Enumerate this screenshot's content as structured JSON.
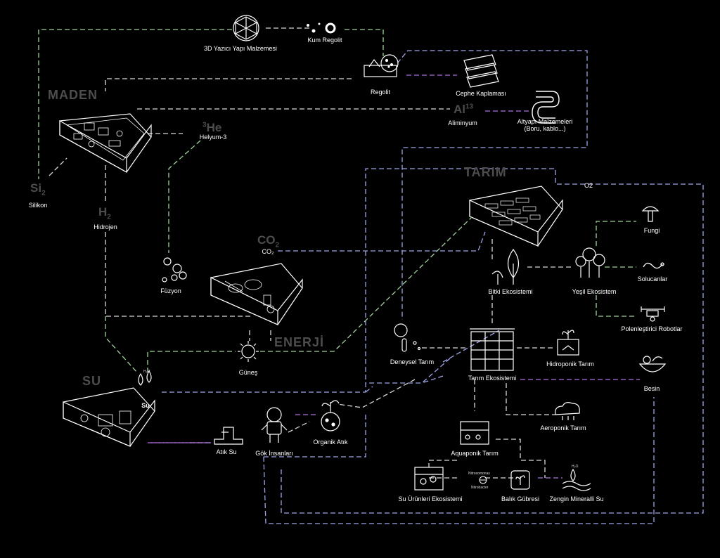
{
  "sections": {
    "maden": "MADEN",
    "tarim": "TARIM",
    "enerji": "ENERJİ",
    "su": "SU"
  },
  "chemicals": {
    "silikon_symbol": "Si",
    "silikon_sub": "2",
    "hidrojen_symbol": "H",
    "hidrojen_sub": "2",
    "helyum_sup": "3",
    "helyum_symbol": "He",
    "co2_symbol": "CO",
    "co2_sub": "2",
    "al_symbol": "Al",
    "al_sup": "13"
  },
  "labels": {
    "yazici": "3D Yazıcı Yapı Malzemesi",
    "kum_regolit": "Kum Regolit",
    "regolit": "Regolit",
    "cephe": "Cephe Kaplaması",
    "aliminyum": "Aliminyum",
    "altyapi_1": "Altyapı Malzemeleri",
    "altyapi_2": "(Boru, kablo...)",
    "helyum": "Helyum-3",
    "silikon": "Silikon",
    "hidrojen": "Hidrojen",
    "co2_small": "CO₂",
    "fuzyon": "Füzyon",
    "gunes": "Güneş",
    "su": "Su",
    "h2o_icon": "H₂O",
    "atik_su": "Atık Su",
    "gok_insanlari": "Gök İnsanları",
    "organik_atik": "Organik Atık",
    "o2": "O2",
    "fungi": "Fungi",
    "solucanlar": "Solucanlar",
    "yesil_ekosistem": "Yeşil Ekosistem",
    "bitki_ekosistemi": "Bitki Ekosistemi",
    "polenlestirici": "Polenleştirici Robotlar",
    "deneysel_tarim": "Deneysel Tarım",
    "hidroponik": "Hidroponik Tarım",
    "tarim_ekosistemi": "Tarım Ekosistemi",
    "besin": "Besin",
    "aeroponik": "Aeroponik Tarım",
    "aquaponik": "Aquaponik Tarım",
    "nitrosomonas": "Nitrosomonas",
    "nitrobacter": "Nitrobacter",
    "su_urunleri": "Su Ürünleri Ekosistemi",
    "balik_gubresi": "Balık Gübresi",
    "zengin_mineralli": "Zengin Mineralli Su",
    "h2o_zengin": "H₂O"
  },
  "colors": {
    "background": "#000000",
    "maden_link": "#d9d9d9",
    "green_link": "#9fd39a",
    "blue_link": "#9ea6e8",
    "purple_link": "#b070e0",
    "section_text": "#4d4d4d"
  }
}
